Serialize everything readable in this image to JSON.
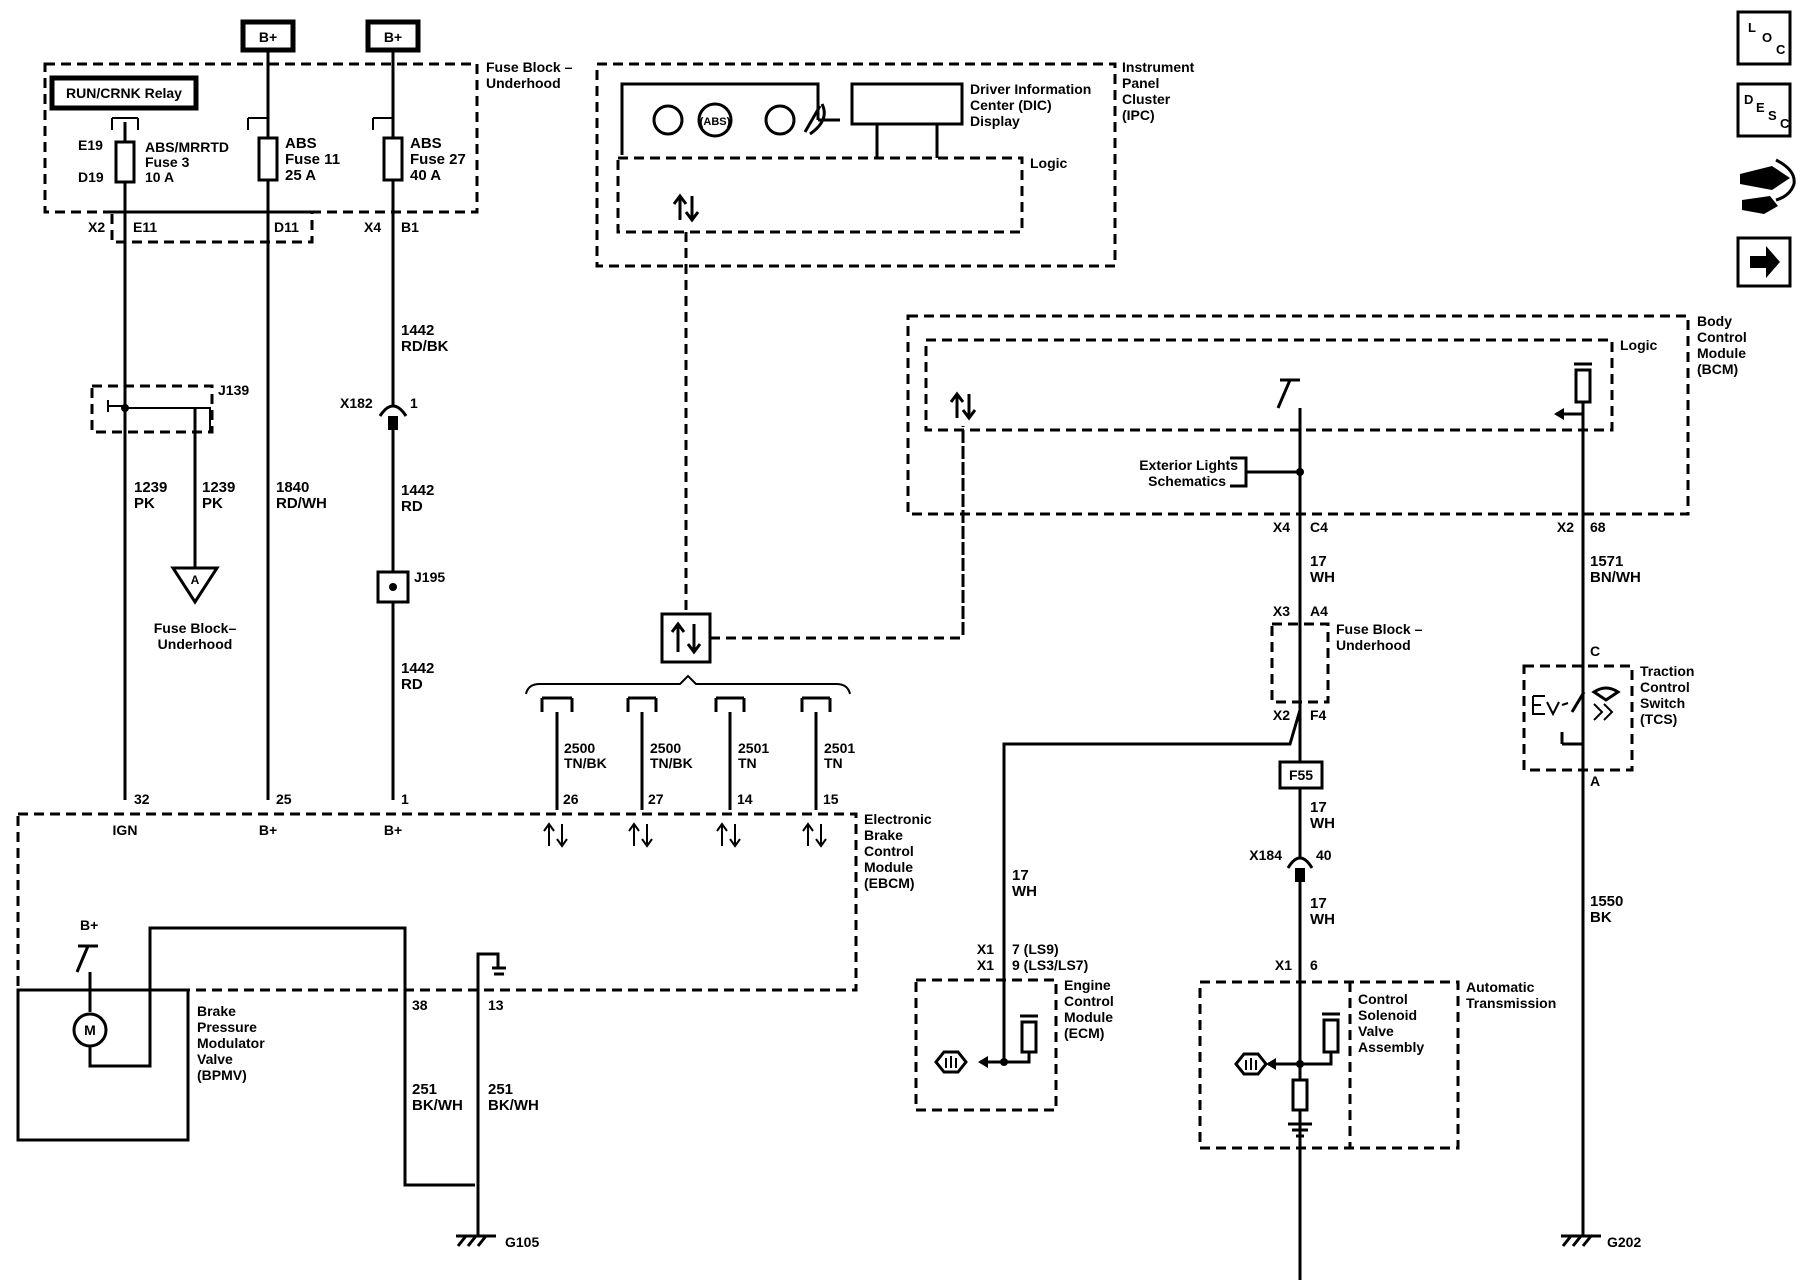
{
  "power": {
    "bplus_1": "B+",
    "bplus_2": "B+"
  },
  "fuse_block_top": {
    "title_1": "Fuse Block –",
    "title_2": "Underhood",
    "relay": "RUN/CRNK Relay"
  },
  "fuses": [
    {
      "pin_top": "E19",
      "pin_bottom": "D19",
      "name_1": "ABS/MRRTD",
      "name_2": "Fuse 3",
      "rating": "10 A"
    },
    {
      "name_1": "ABS",
      "name_2": "Fuse 11",
      "rating": "25 A"
    },
    {
      "name_1": "ABS",
      "name_2": "Fuse 27",
      "rating": "40 A"
    }
  ],
  "connectors_top": {
    "x2": "X2",
    "e11": "E11",
    "d11": "D11",
    "x4": "X4",
    "b1": "B1"
  },
  "wires": {
    "w1442_a": [
      "1442",
      "RD/BK"
    ],
    "w1442_b": [
      "1442",
      "RD"
    ],
    "w1442_c": [
      "1442",
      "RD"
    ],
    "w1239_a": [
      "1239",
      "PK"
    ],
    "w1239_b": [
      "1239",
      "PK"
    ],
    "w1840": [
      "1840",
      "RD/WH"
    ],
    "w2500_a": [
      "2500",
      "TN/BK"
    ],
    "w2500_b": [
      "2500",
      "TN/BK"
    ],
    "w2501_a": [
      "2501",
      "TN"
    ],
    "w2501_b": [
      "2501",
      "TN"
    ],
    "w17_a": [
      "17",
      "WH"
    ],
    "w17_b": [
      "17",
      "WH"
    ],
    "w17_c": [
      "17",
      "WH"
    ],
    "w17_d": [
      "17",
      "WH"
    ],
    "w1571": [
      "1571",
      "BN/WH"
    ],
    "w1550": [
      "1550",
      "BK"
    ],
    "w251_a": [
      "251",
      "BK/WH"
    ],
    "w251_b": [
      "251",
      "BK/WH"
    ]
  },
  "splices": {
    "j139": "J139",
    "j195": "J195",
    "x182": "X182",
    "x182_pin": "1",
    "x184": "X184",
    "x184_pin": "40"
  },
  "offpage": {
    "letter": "A",
    "label_1": "Fuse Block–",
    "label_2": "Underhood"
  },
  "ipc": {
    "title": [
      "Instrument",
      "Panel",
      "Cluster",
      "(IPC)"
    ],
    "dic": [
      "Driver Information",
      "Center (DIC)",
      "Display"
    ],
    "logic": "Logic",
    "abs": "(ABS)"
  },
  "bcm": {
    "title": [
      "Body",
      "Control",
      "Module",
      "(BCM)"
    ],
    "logic": "Logic",
    "ext": [
      "Exterior Lights",
      "Schematics"
    ],
    "x4": "X4",
    "c4": "C4",
    "x2": "X2",
    "p68": "68"
  },
  "fuse_block_mid": {
    "x3": "X3",
    "a4": "A4",
    "title_1": "Fuse Block –",
    "title_2": "Underhood",
    "x2": "X2",
    "f4": "F4",
    "f55": "F55"
  },
  "tcs": {
    "c": "C",
    "a": "A",
    "title": [
      "Traction",
      "Control",
      "Switch",
      "(TCS)"
    ]
  },
  "ebcm": {
    "title": [
      "Electronic",
      "Brake",
      "Control",
      "Module",
      "(EBCM)"
    ],
    "pins": [
      "32",
      "25",
      "1",
      "26",
      "27",
      "14",
      "15"
    ],
    "pin_labels": [
      "IGN",
      "B+",
      "B+"
    ],
    "motor_bplus": "B+",
    "motor": "M",
    "p38": "38",
    "p13": "13"
  },
  "bpmv": [
    "Brake",
    "Pressure",
    "Modulator",
    "Valve",
    "(BPMV)"
  ],
  "ecm": {
    "x1a": "X1",
    "x1b": "X1",
    "pin_a": "7 (LS9)",
    "pin_b": "9 (LS3/LS7)",
    "title": [
      "Engine",
      "Control",
      "Module",
      "(ECM)"
    ]
  },
  "trans": {
    "x1": "X1",
    "pin": "6",
    "csv": [
      "Control",
      "Solenoid",
      "Valve",
      "Assembly"
    ],
    "title": [
      "Automatic",
      "Transmission"
    ]
  },
  "grounds": {
    "g105": "G105",
    "g202": "G202"
  },
  "side_icons": {
    "loc": [
      "L",
      "O",
      "C"
    ],
    "desc": [
      "D",
      "E",
      "S",
      "C"
    ],
    "names": [
      "loc-icon",
      "desc-icon",
      "connector-tools-icon",
      "next-arrow-icon"
    ]
  }
}
